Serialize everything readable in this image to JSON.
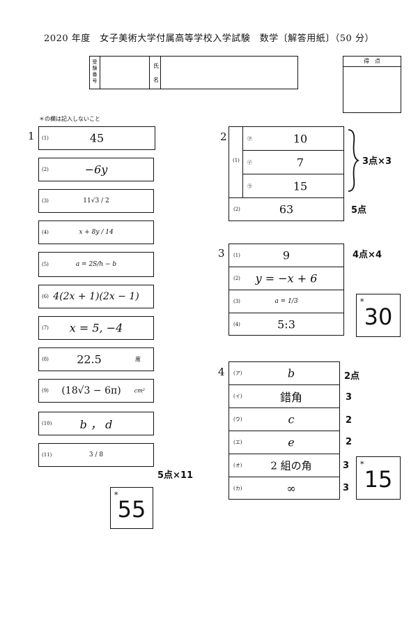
{
  "header": {
    "title": "2020 年度　女子美術大学付属高等学校入学試験　数学〔解答用紙〕（50 分）",
    "exam_no_label": "受験番号",
    "name_label": "氏名",
    "score_label": "得　点",
    "note": "＊の欄は記入しないこと"
  },
  "section1": {
    "number": "1",
    "items": [
      {
        "label": "(1)",
        "answer": "45"
      },
      {
        "label": "(2)",
        "answer": "−6y"
      },
      {
        "label": "(3)",
        "answer": "11√3 / 2"
      },
      {
        "label": "(4)",
        "answer": "x + 8y / 14"
      },
      {
        "label": "(5)",
        "answer": "a = 2S/h − b"
      },
      {
        "label": "(6)",
        "answer": "4(2x + 1)(2x − 1)"
      },
      {
        "label": "(7)",
        "answer": "x = 5, −4"
      },
      {
        "label": "(8)",
        "answer": "22.5",
        "unit": "度"
      },
      {
        "label": "(9)",
        "answer": "(18√3 − 6π)",
        "unit": "cm²"
      },
      {
        "label": "(10)",
        "answer": "b ， d"
      },
      {
        "label": "(11)",
        "answer": "3 / 8"
      }
    ],
    "points_note": "5点×11",
    "score_mark": "*",
    "score": "55"
  },
  "section2": {
    "number": "2",
    "sub1_label": "(1)",
    "sub1_items": [
      {
        "label": "㋐",
        "answer": "10"
      },
      {
        "label": "㋑",
        "answer": "7"
      },
      {
        "label": "㋒",
        "answer": "15"
      }
    ],
    "sub1_points": "3点×3",
    "sub2_label": "(2)",
    "sub2_answer": "63",
    "sub2_points": "5点"
  },
  "section3": {
    "number": "3",
    "items": [
      {
        "label": "(1)",
        "answer": "9"
      },
      {
        "label": "(2)",
        "answer": "y = −x + 6"
      },
      {
        "label": "(3)",
        "answer": "a = 1/3"
      },
      {
        "label": "(4)",
        "answer": "5:3"
      }
    ],
    "points_note": "4点×4",
    "score_mark": "*",
    "score": "30"
  },
  "section4": {
    "number": "4",
    "items": [
      {
        "label": "(ア)",
        "answer": "b",
        "points": "2点"
      },
      {
        "label": "(イ)",
        "answer": "錯角",
        "points": "3"
      },
      {
        "label": "(ウ)",
        "answer": "c",
        "points": "2"
      },
      {
        "label": "(エ)",
        "answer": "e",
        "points": "2"
      },
      {
        "label": "(オ)",
        "answer": "2 組の角",
        "points": "3"
      },
      {
        "label": "(カ)",
        "answer": "∞",
        "points": "3"
      }
    ],
    "score_mark": "*",
    "score": "15"
  }
}
